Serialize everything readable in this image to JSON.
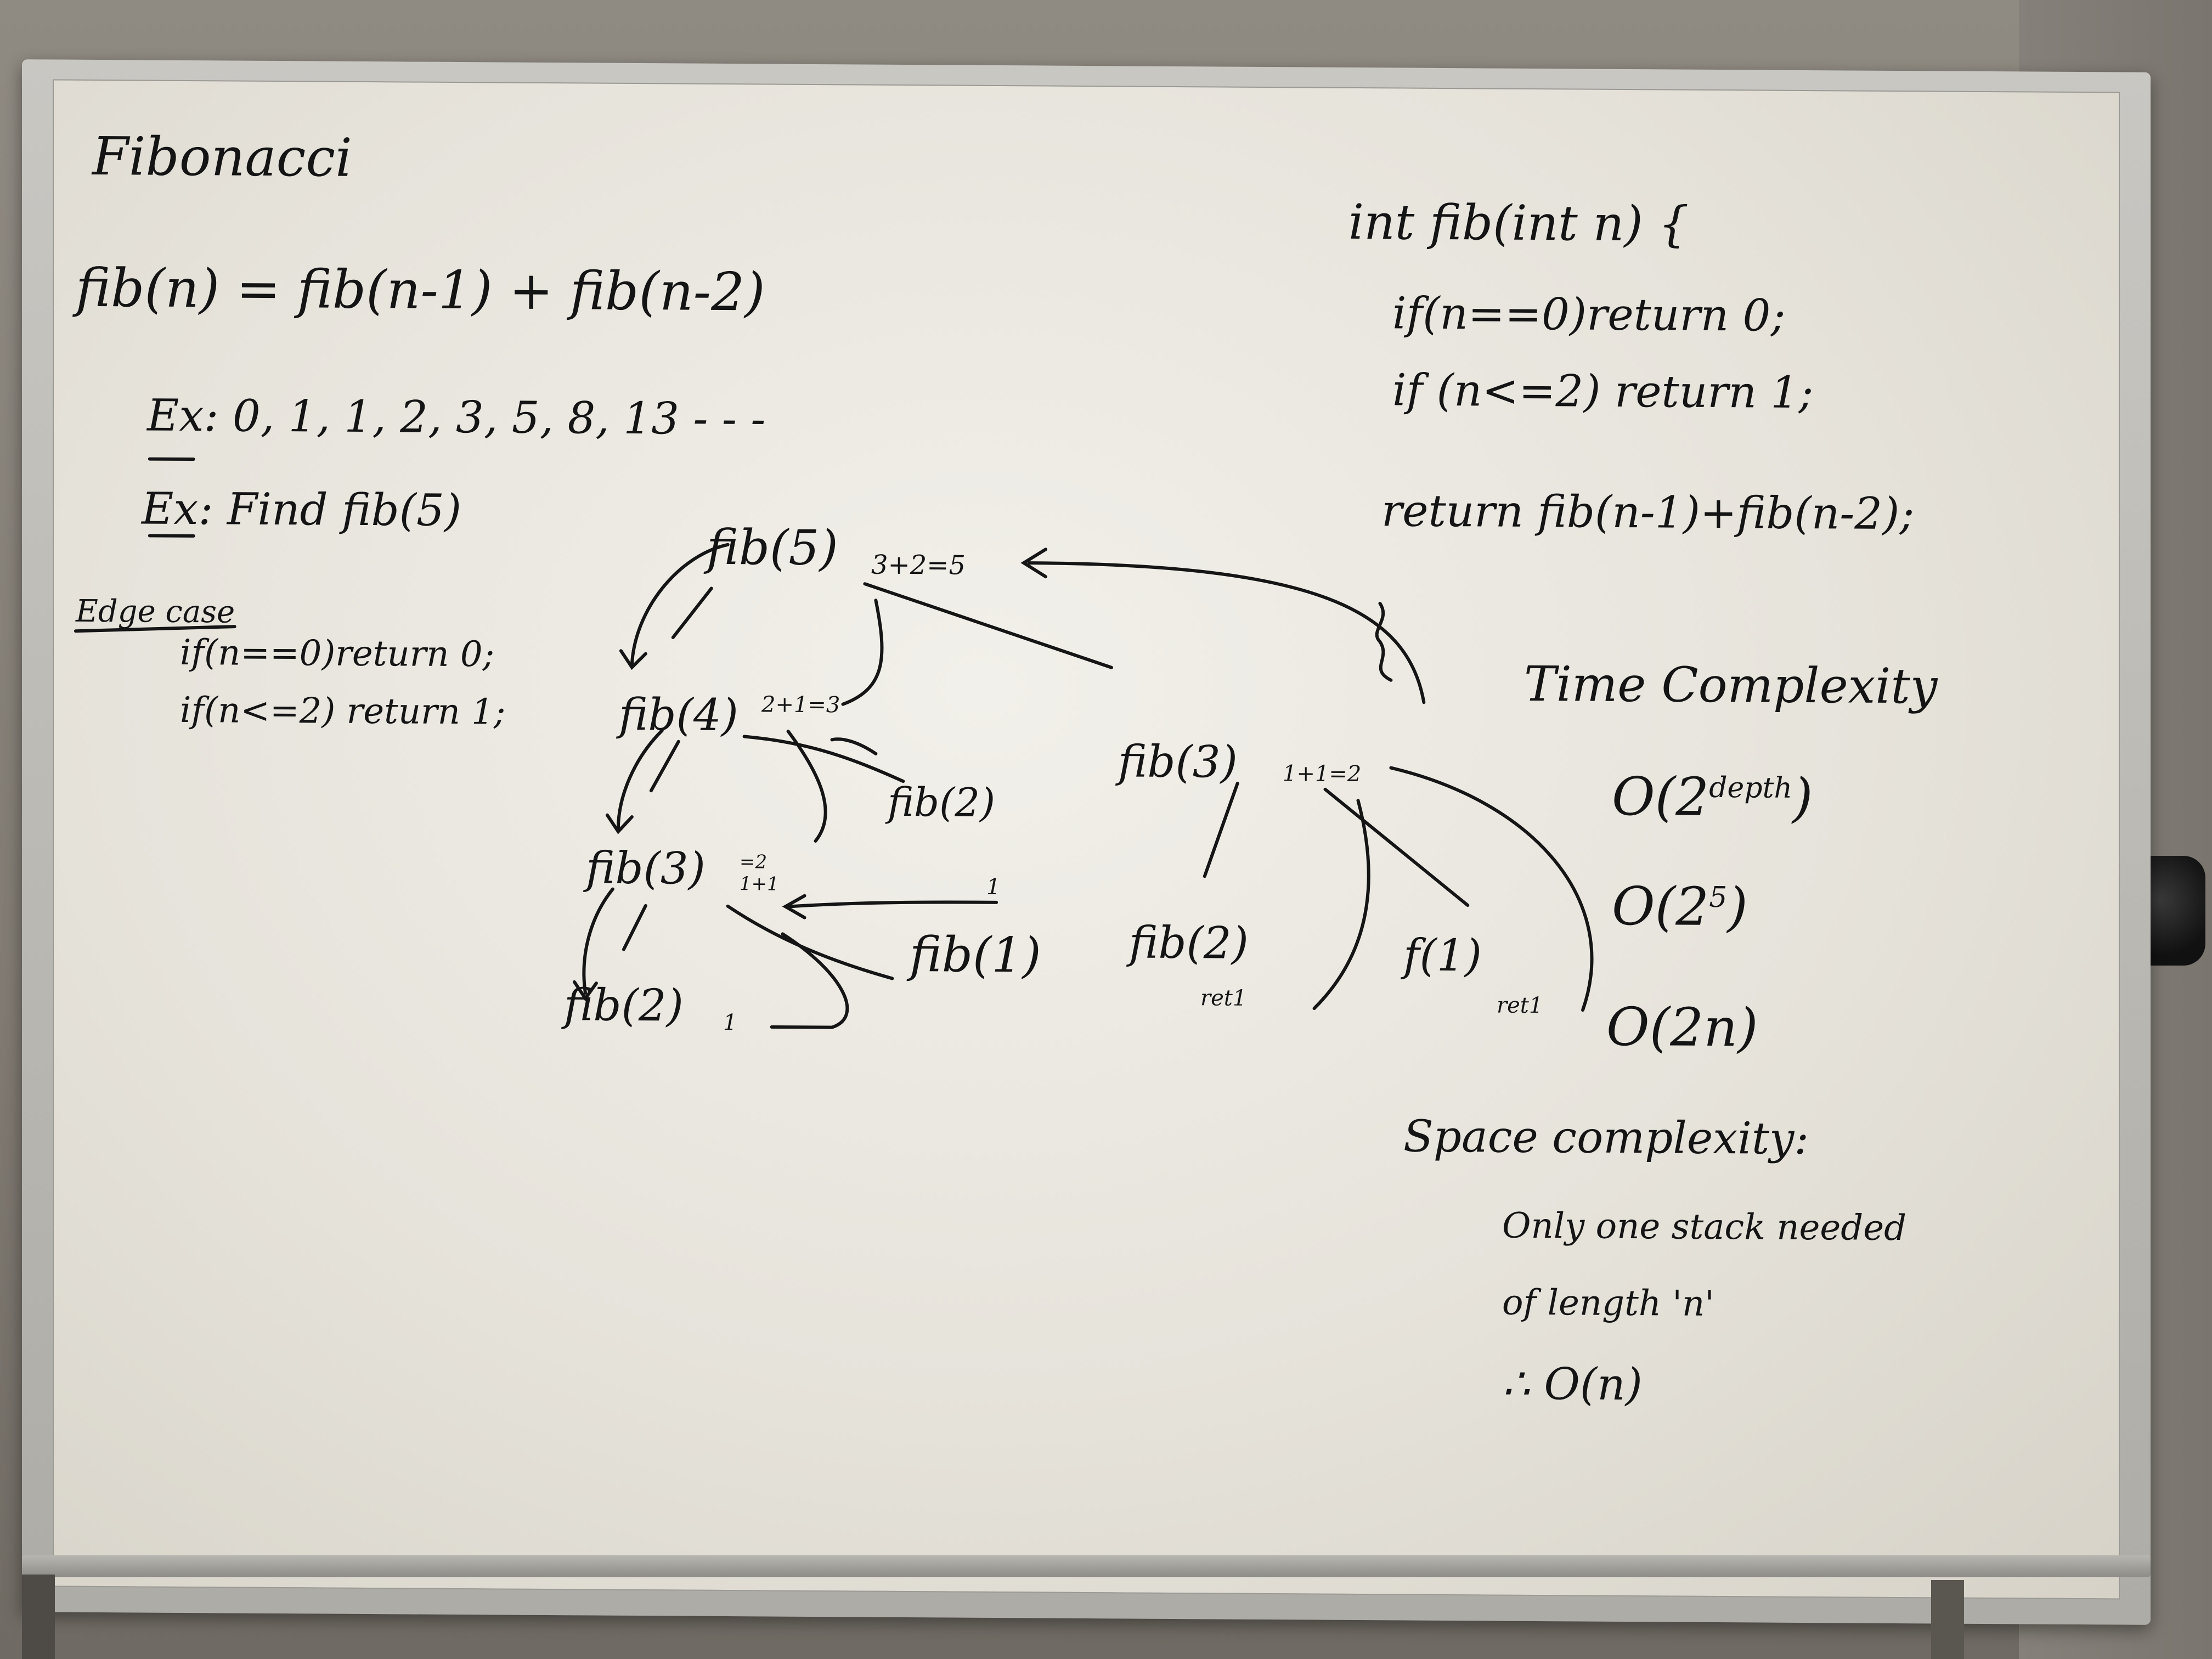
{
  "title": "Fibonacci",
  "recurrence": "fib(n) = fib(n-1) + fib(n-2)",
  "example_sequence": "Ex: 0, 1, 1, 2, 3, 5, 8, 13 - - -",
  "example_find": "Ex: Find fib(5)",
  "edge_case": {
    "label": "Edge case",
    "line1": "if(n==0)return 0;",
    "line2": "if(n<=2) return 1;"
  },
  "code": {
    "signature": "int fib(int n) {",
    "line1": "if(n==0)return 0;",
    "line2": "if (n<=2) return 1;",
    "line3": "return fib(n-1)+fib(n-2);",
    "close": "}"
  },
  "tree": {
    "root": "fib(5)",
    "root_sum": "3+2=5",
    "n4": "fib(4)",
    "n4_sum": "2+1=3",
    "n4_right": "fib(2)",
    "n3a": "fib(3)",
    "n3a_sum": "=2",
    "n3a_sum2": "1+1",
    "n3a_ret": "1",
    "n1a": "fib(1)",
    "n2a": "fib(2)",
    "n2a_ret": "1",
    "n3b": "fib(3)",
    "n3b_sum": "1+1=2",
    "n2b": "fib(2)",
    "n2b_ret": "ret1",
    "n1b": "f(1)",
    "n1b_ret": "ret1"
  },
  "time_complexity": {
    "label": "Time Complexity",
    "line1_base": "O(2",
    "line1_exp": "depth",
    "line1_close": ")",
    "line2_base": "O(2",
    "line2_exp": "5",
    "line2_close": ")",
    "line3": "O(2n)"
  },
  "space_complexity": {
    "label": "Space complexity:",
    "line1": "Only one stack needed",
    "line2": "of length 'n'",
    "line3": "∴ O(n)"
  }
}
